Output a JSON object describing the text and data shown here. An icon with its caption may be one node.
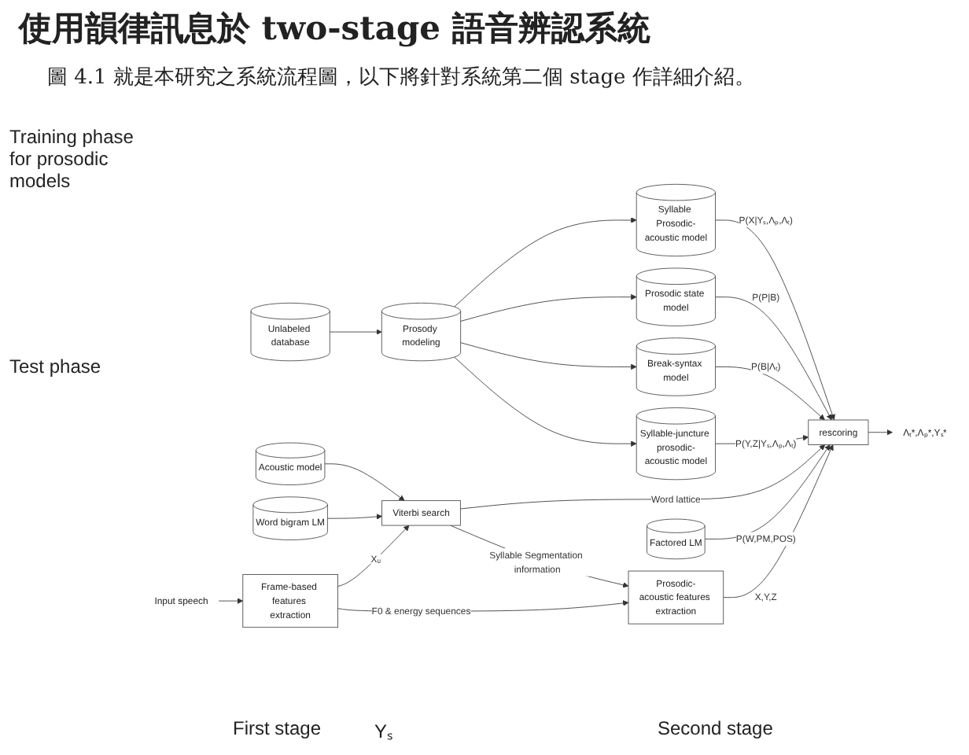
{
  "diagram": {
    "title": "使用韻律訊息於 two-stage 語音辨認系統",
    "nodes": [
      {
        "text": [
          "Unlabeled database"
        ]
      },
      {
        "text": [
          "Prosody modeling"
        ]
      },
      {
        "text": [
          "Acoustic model"
        ]
      },
      {
        "text": [
          "Word bigram LM"
        ]
      },
      {
        "text": [
          "Syllable Prosodic-acoustic model"
        ]
      },
      {
        "text": [
          "Prosodic state model"
        ]
      },
      {
        "text": [
          "Break-syntax model"
        ]
      },
      {
        "text": [
          "Syllable-juncture prosodic-acoustic model"
        ]
      },
      {
        "text": [
          "Input speech"
        ]
      },
      {
        "text": [
          "Frame-based features extraction"
        ]
      },
      {
        "text": [
          "Viterbi search"
        ]
      },
      {
        "text": [
          "rescoring"
        ]
      },
      {
        "text": [
          "Λₜ*,Λₚ*,Υₛ*"
        ]
      },
      {
        "text": [
          "Prosodic-acoustic features extraction"
        ]
      },
      {
        "text": [
          "Factored LM"
        ]
      }
    ],
    "edges": [
      {
        "from": 0,
        "to": 1,
        "arrow": "to"
      },
      {
        "from": 1,
        "to": 4,
        "arrow": "to"
      },
      {
        "from": 1,
        "to": 5,
        "arrow": "to"
      },
      {
        "from": 1,
        "to": 6,
        "arrow": "to"
      },
      {
        "from": 1,
        "to": 7,
        "arrow": "to"
      },
      {
        "from": 2,
        "to": 10,
        "arrow": "to"
      },
      {
        "from": 3,
        "to": 10,
        "arrow": "to"
      },
      {
        "from": 8,
        "to": 9,
        "arrow": "to"
      },
      {
        "from": 9,
        "to": 10,
        "arrow": "to",
        "label": "Xᵤ"
      },
      {
        "from": 10,
        "to": 11,
        "arrow": "to",
        "label": "Word lattice"
      },
      {
        "from": 10,
        "to": 13,
        "arrow": "to",
        "label": "Syllable Segmentation information"
      },
      {
        "from": 9,
        "to": 13,
        "arrow": "to",
        "label": "F0 & energy sequences"
      },
      {
        "from": 4,
        "to": 11,
        "arrow": "to",
        "label": "P(X|Υₛ,Λₚ,Λₜ)"
      },
      {
        "from": 5,
        "to": 11,
        "arrow": "to",
        "label": "P(P|B)"
      },
      {
        "from": 6,
        "to": 11,
        "arrow": "to",
        "label": "P(B|Λₜ)"
      },
      {
        "from": 7,
        "to": 11,
        "arrow": "to",
        "label": "P(Y,Z|Υₛ,Λₚ,Λₜ)"
      },
      {
        "from": 13,
        "to": 11,
        "arrow": "to",
        "label": "X,Y,Z"
      },
      {
        "from": 14,
        "to": 11,
        "arrow": "to",
        "label": "P(W,PM,POS)"
      },
      {
        "from": 11,
        "to": 12,
        "arrow": "to"
      }
    ],
    "labels": [
      "圖 4.1 就是本研究之系統流程圖，以下將針對系統第二個 stage 作詳細介紹。",
      "Training phase for prosodic models",
      "Test phase",
      "Υₛ",
      "First stage",
      "Second stage"
    ]
  }
}
